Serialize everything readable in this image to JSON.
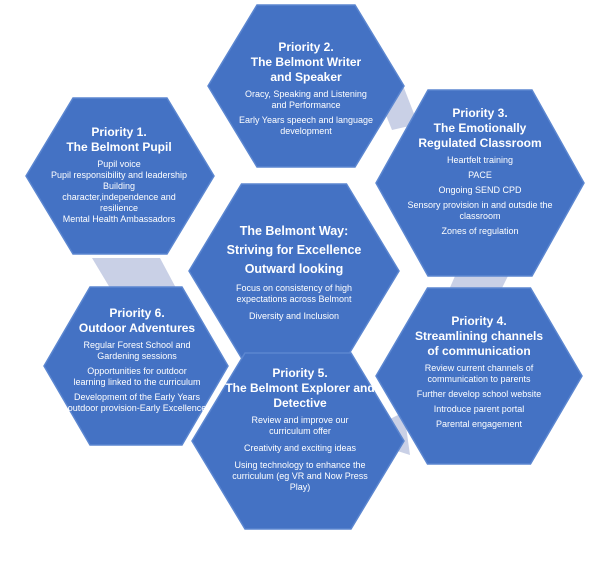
{
  "colors": {
    "hex_fill": "#4472c4",
    "hex_edge": "#5b86d0",
    "connector": "#c9d0e6",
    "text": "#ffffff"
  },
  "center": {
    "title_lines": [
      "The Belmont Way:",
      "Striving for Excellence",
      "Outward looking"
    ],
    "items": [
      "Focus on consistency of high expectations across Belmont",
      "Diversity and Inclusion"
    ]
  },
  "priorities": [
    {
      "label": "Priority 1.",
      "title": "The Belmont Pupil",
      "items": [
        "Pupil voice",
        "Pupil responsibility and  leadership",
        "Building character,independence and resilience",
        "Mental Health Ambassadors"
      ]
    },
    {
      "label": "Priority 2.",
      "title": "The Belmont Writer and Speaker",
      "items": [
        "Oracy, Speaking and Listening and Performance",
        "Early Years speech and language development"
      ]
    },
    {
      "label": "Priority 3.",
      "title": "The Emotionally Regulated Classroom",
      "items": [
        "Heartfelt training",
        "PACE",
        "Ongoing SEND CPD",
        "Sensory provision in and outsdie the classroom",
        "Zones of regulation"
      ]
    },
    {
      "label": "Priority 4.",
      "title": "Streamlining channels of communication",
      "items": [
        "Review current channels of communication to parents",
        "Further develop school website",
        "Introduce parent portal",
        "Parental engagement"
      ]
    },
    {
      "label": "Priority 5.",
      "title": "The Belmont Explorer and Detective",
      "items": [
        "Review and improve our curriculum offer",
        "Creativity and exciting ideas",
        "Using technology to enhance the curriculum (eg VR and Now Press Play)"
      ]
    },
    {
      "label": "Priority 6.",
      "title": "Outdoor Adventures",
      "items": [
        "Regular Forest School and Gardening sessions",
        "Opportunities for outdoor learning linked to the curriculum",
        "Development of the Early Years outdoor provision-Early Excellence"
      ]
    }
  ]
}
